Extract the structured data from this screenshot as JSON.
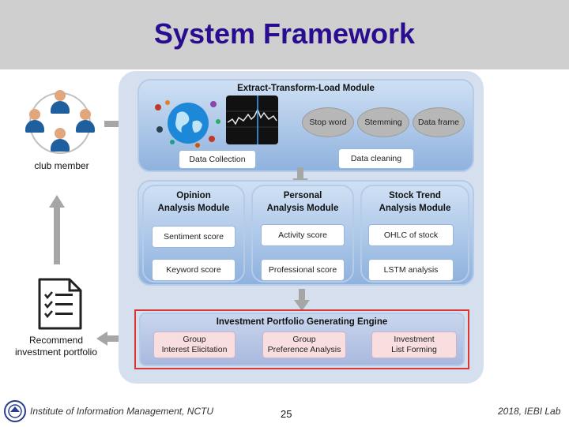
{
  "slide": {
    "title": "System Framework"
  },
  "left_panel": {
    "club_member_label": "club member",
    "recommend_label_line1": "Recommend",
    "recommend_label_line2": "investment portfolio"
  },
  "etl_module": {
    "title": "Extract-Transform-Load Module",
    "ovals": [
      "Stop word",
      "Stemming",
      "Data frame"
    ],
    "data_collection": "Data Collection",
    "data_cleaning": "Data cleaning"
  },
  "opinion_module": {
    "title_line1": "Opinion",
    "title_line2": "Analysis Module",
    "items": [
      "Sentiment score",
      "Keyword score"
    ]
  },
  "personal_module": {
    "title_line1": "Personal",
    "title_line2": "Analysis Module",
    "items": [
      "Activity score",
      "Professional  score"
    ]
  },
  "stock_module": {
    "title_line1": "Stock Trend",
    "title_line2": "Analysis Module",
    "items": [
      "OHLC of stock",
      "LSTM analysis"
    ]
  },
  "engine_module": {
    "title": "Investment Portfolio Generating Engine",
    "items": [
      {
        "line1": "Group",
        "line2": "Interest Elicitation"
      },
      {
        "line1": "Group",
        "line2": "Preference  Analysis"
      },
      {
        "line1": "Investment",
        "line2": "List Forming"
      }
    ]
  },
  "footer": {
    "institution": "Institute of Information Management, NCTU",
    "page_number": "25",
    "lab": "2018, IEBI Lab"
  },
  "colors": {
    "title": "#2a0d8f",
    "engine_border": "#d83838",
    "arrow": "#a6a6a6"
  }
}
